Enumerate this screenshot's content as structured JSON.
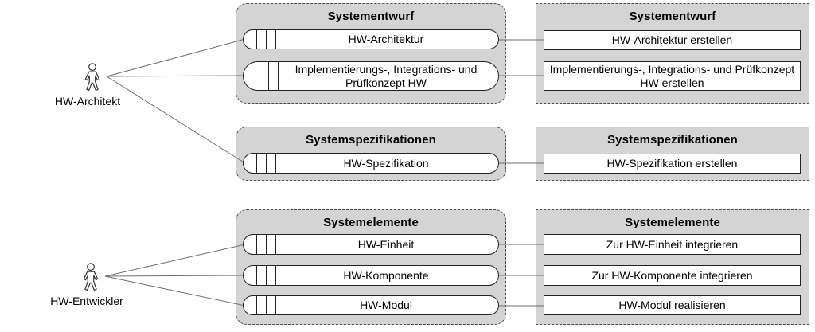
{
  "actors": [
    {
      "label": "HW-Architekt"
    },
    {
      "label": "HW-Entwickler"
    }
  ],
  "product_groups": [
    {
      "title": "Systementwurf",
      "products": [
        {
          "label": "HW-Architektur"
        },
        {
          "label": "Implementierungs-, Integrations- und Prüfkonzept HW"
        }
      ]
    },
    {
      "title": "Systemspezifikationen",
      "products": [
        {
          "label": "HW-Spezifikation"
        }
      ]
    },
    {
      "title": "Systemelemente",
      "products": [
        {
          "label": "HW-Einheit"
        },
        {
          "label": "HW-Komponente"
        },
        {
          "label": "HW-Modul"
        }
      ]
    }
  ],
  "activity_groups": [
    {
      "title": "Systementwurf",
      "activities": [
        {
          "label": "HW-Architektur erstellen"
        },
        {
          "label": "Implementierungs-, Integrations- und Prüfkonzept HW erstellen"
        }
      ]
    },
    {
      "title": "Systemspezifikationen",
      "activities": [
        {
          "label": "HW-Spezifikation erstellen"
        }
      ]
    },
    {
      "title": "Systemelemente",
      "activities": [
        {
          "label": "Zur HW-Einheit integrieren"
        },
        {
          "label": "Zur HW-Komponente integrieren"
        },
        {
          "label": "HW-Modul realisieren"
        }
      ]
    }
  ],
  "colors": {
    "group_fill": "#d4d4d4",
    "group_border": "#4a4a4a",
    "box_fill": "#ffffff",
    "box_border": "#222222",
    "connector": "#6e6e6e"
  }
}
